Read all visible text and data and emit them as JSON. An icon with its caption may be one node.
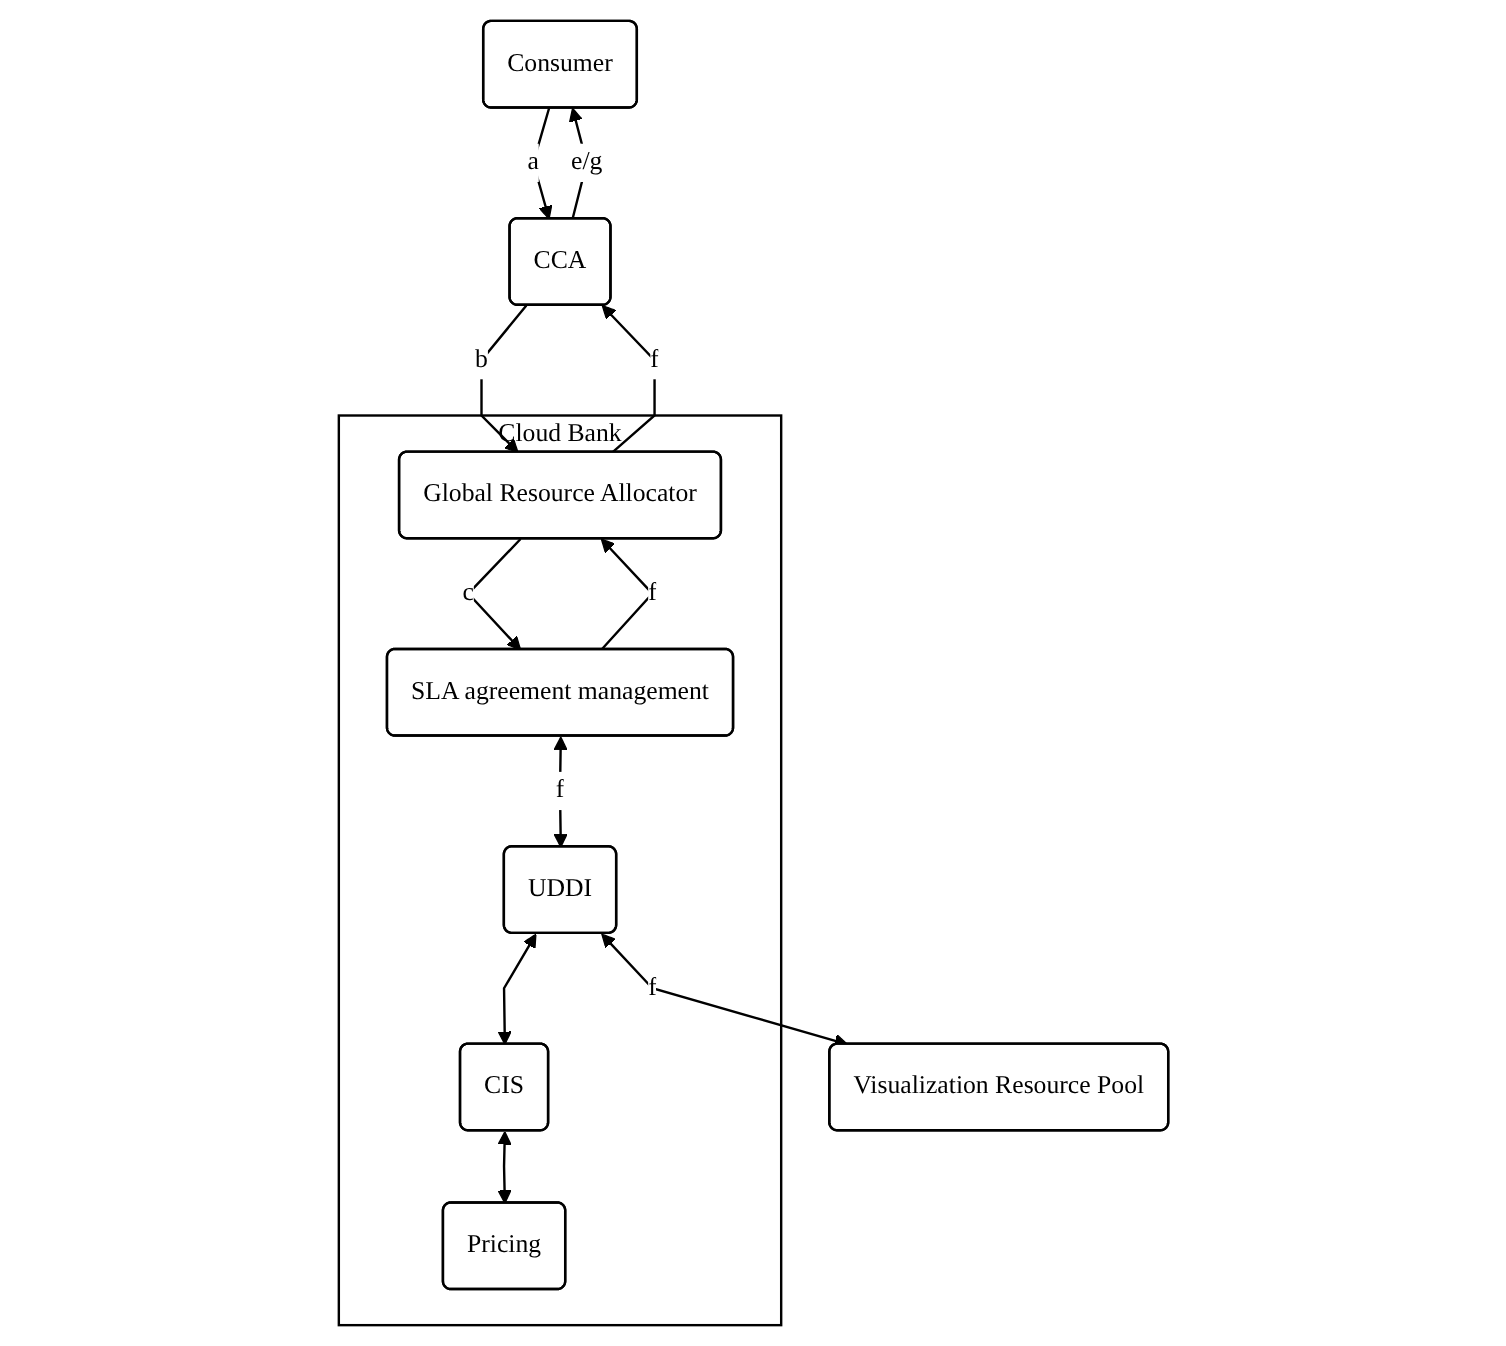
{
  "diagram": {
    "nodes": [
      {
        "text": [
          "Consumer"
        ]
      },
      {
        "text": [
          "CCA"
        ]
      },
      {
        "text": [
          "Cloud Bank"
        ]
      },
      {
        "text": [
          "Global Resource Allocator"
        ],
        "in": 2
      },
      {
        "text": [
          "SLA agreement management"
        ],
        "in": 2
      },
      {
        "text": [
          "UDDI"
        ],
        "in": 2
      },
      {
        "text": [
          "CIS"
        ],
        "in": 2
      },
      {
        "text": [
          "Pricing"
        ],
        "in": 2
      },
      {
        "text": [
          "Visualization Resource Pool"
        ]
      }
    ],
    "edges": [
      {
        "from": 0,
        "to": 1,
        "arrow": "to",
        "label": "a"
      },
      {
        "from": 1,
        "to": 0,
        "arrow": "to",
        "label": "e/g"
      },
      {
        "from": 1,
        "to": 3,
        "arrow": "to",
        "label": "b"
      },
      {
        "from": 3,
        "to": 1,
        "arrow": "to",
        "label": "f"
      },
      {
        "from": 3,
        "to": 4,
        "arrow": "to",
        "label": "c"
      },
      {
        "from": 4,
        "to": 3,
        "arrow": "to",
        "label": "f"
      },
      {
        "from": 4,
        "to": 5,
        "arrow": "both",
        "label": "f"
      },
      {
        "from": 5,
        "to": 6,
        "arrow": "both"
      },
      {
        "from": 6,
        "to": 7,
        "arrow": "both"
      },
      {
        "from": 5,
        "to": 8,
        "arrow": "both",
        "label": "f"
      }
    ]
  }
}
